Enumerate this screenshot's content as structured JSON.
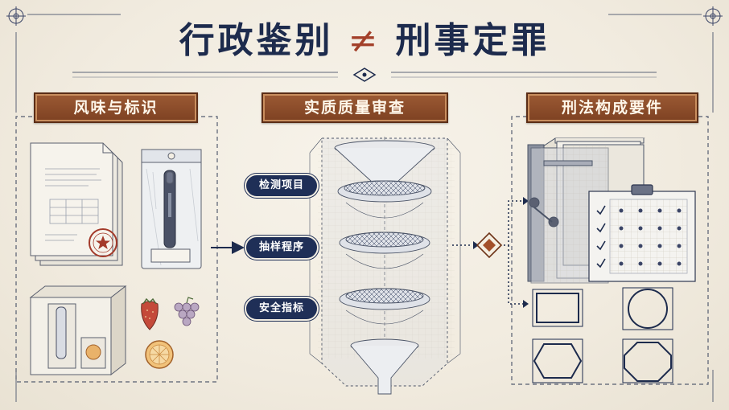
{
  "title": {
    "left": "行政鉴别",
    "operator": "≠",
    "right": "刑事定罪"
  },
  "sections": [
    {
      "label": "风味与标识"
    },
    {
      "label": "实质质量审查",
      "steps": [
        "检测项目",
        "抽样程序",
        "安全指标"
      ]
    },
    {
      "label": "刑法构成要件"
    }
  ],
  "colors": {
    "navy": "#1d2b4d",
    "brown": "#8a4a28",
    "red": "#a3402a",
    "paper": "#f3eee3"
  }
}
